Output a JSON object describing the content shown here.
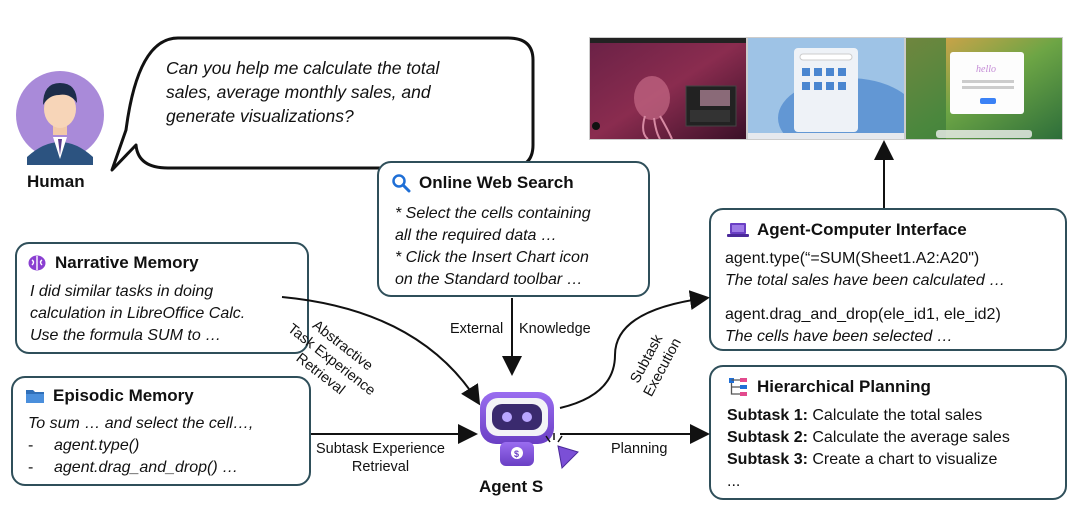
{
  "human": {
    "label": "Human",
    "speech": [
      "Can you help me calculate the total",
      "sales, average monthly sales, and",
      "generate visualizations?"
    ]
  },
  "web_search": {
    "title": "Online Web Search",
    "icon": "magnifier-icon",
    "lines": [
      "* Select the cells containing",
      "all the required data …",
      "* Click the Insert Chart icon",
      "on the Standard toolbar …"
    ]
  },
  "narrative_memory": {
    "title": "Narrative Memory",
    "icon": "brain-icon",
    "lines": [
      "I did similar tasks in doing",
      "calculation in LibreOffice Calc.",
      "Use the formula SUM to …"
    ]
  },
  "episodic_memory": {
    "title": "Episodic Memory",
    "icon": "folder-icon",
    "lines": [
      "To sum … and select the cell…,",
      "agent.type()",
      "agent.drag_and_drop() …"
    ],
    "bullet": "-"
  },
  "aci": {
    "title": "Agent-Computer Interface",
    "icon": "laptop-icon",
    "line1": "agent.type(“=SUM(Sheet1.A2:A20\")",
    "line2": "The total sales have been calculated …",
    "line3": "agent.drag_and_drop(ele_id1, ele_id2)",
    "line4": "The cells have been selected …"
  },
  "planning": {
    "title": "Hierarchical Planning",
    "icon": "hierarchy-icon",
    "subtasks": [
      {
        "label": "Subtask 1:",
        "text": "Calculate the total sales"
      },
      {
        "label": "Subtask 2:",
        "text": "Calculate the average sales"
      },
      {
        "label": "Subtask 3:",
        "text": "Create a chart to visualize"
      }
    ],
    "more": "..."
  },
  "agent": {
    "label": "Agent S",
    "icon": "robot-icon"
  },
  "arrows": {
    "external": "External",
    "knowledge": "Knowledge",
    "abstractive": [
      "Abstractive",
      "Task Experience",
      "Retrieval"
    ],
    "subtask_exp": [
      "Subtask Experience",
      "Retrieval"
    ],
    "planning": "Planning",
    "execution": [
      "Subtask",
      "Execution"
    ]
  },
  "screenshots": [
    "ubuntu-desktop",
    "windows-desktop",
    "macos-desktop"
  ],
  "colors": {
    "border": "#2f4f5a",
    "agent_purple": "#7b4fd6",
    "accent_blue": "#1f6fd6"
  }
}
